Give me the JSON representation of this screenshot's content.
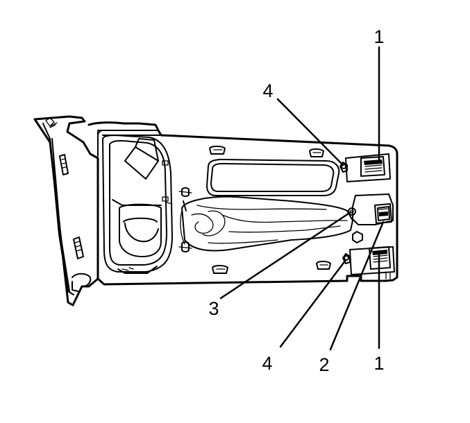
{
  "callouts": [
    {
      "id": "c1-top",
      "label": "1"
    },
    {
      "id": "c4-top",
      "label": "4"
    },
    {
      "id": "c3",
      "label": "3"
    },
    {
      "id": "c4-bottom",
      "label": "4"
    },
    {
      "id": "c2",
      "label": "2"
    },
    {
      "id": "c1-bottom",
      "label": "1"
    }
  ]
}
